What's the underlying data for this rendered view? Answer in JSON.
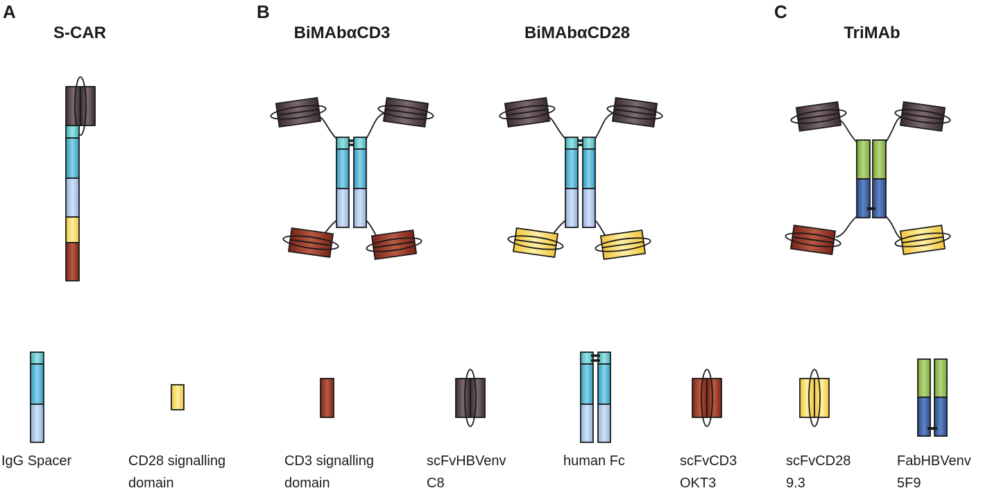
{
  "panels": {
    "a": {
      "letter": "A",
      "title": "S-CAR"
    },
    "b": {
      "letter": "B",
      "title_cd3": "BiMAbαCD3",
      "title_cd28": "BiMAbαCD28"
    },
    "c": {
      "letter": "C",
      "title": "TriMAb"
    }
  },
  "legend": [
    {
      "line1": "IgG Spacer",
      "line2": ""
    },
    {
      "line1": "CD28 signalling",
      "line2": "domain"
    },
    {
      "line1": "CD3 signalling",
      "line2": "domain"
    },
    {
      "line1": "scFvHBVenv",
      "line2": "C8"
    },
    {
      "line1": "human Fc",
      "line2": ""
    },
    {
      "line1": "scFvCD3",
      "line2": "OKT3"
    },
    {
      "line1": "scFvCD28",
      "line2": "9.3"
    },
    {
      "line1": "FabHBVenv",
      "line2": "5F9"
    }
  ],
  "colors": {
    "scfv_hbv": "#4a3a40",
    "scfv_cd3": "#8b2e22",
    "scfv_cd28": "#f2cf45",
    "igg_top": "#5cc6cc",
    "igg_upper": "#4aaccc",
    "igg_lower": "#a9c4e8",
    "fab_green": "#8db54a",
    "fab_blue": "#3c5fa0"
  }
}
